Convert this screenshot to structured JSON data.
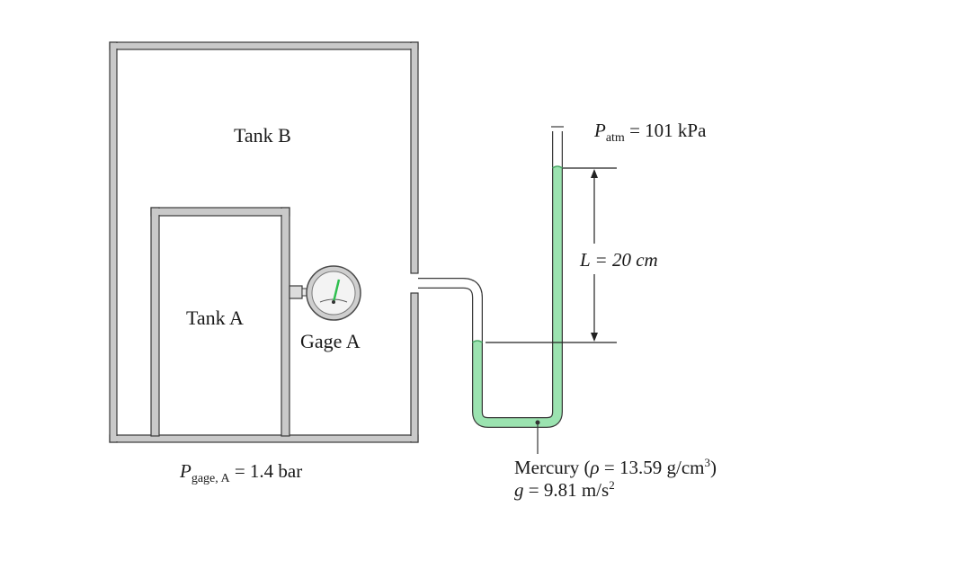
{
  "labels": {
    "tank_b": "Tank B",
    "tank_a": "Tank A",
    "gage_a": "Gage A",
    "p_atm_symbol": "P",
    "p_atm_sub": "atm",
    "p_atm_value": " = 101 kPa",
    "length_label": "L = 20 cm",
    "p_gage_symbol": "P",
    "p_gage_sub": "gage, A",
    "p_gage_value": " = 1.4 bar",
    "mercury_prefix": "Mercury (",
    "rho_symbol": "ρ",
    "rho_value": " = 13.59 g/cm",
    "rho_exp": "3",
    "mercury_suffix": ")",
    "g_symbol": "g",
    "g_value": " = 9.81 m/s",
    "g_exp": "2"
  },
  "colors": {
    "wall": "#c9c9c9",
    "wall_edge": "#3a3a3a",
    "mercury": "#9be3b0",
    "mercury_edge": "#4aa866",
    "gauge_needle": "#2fbf4f"
  }
}
